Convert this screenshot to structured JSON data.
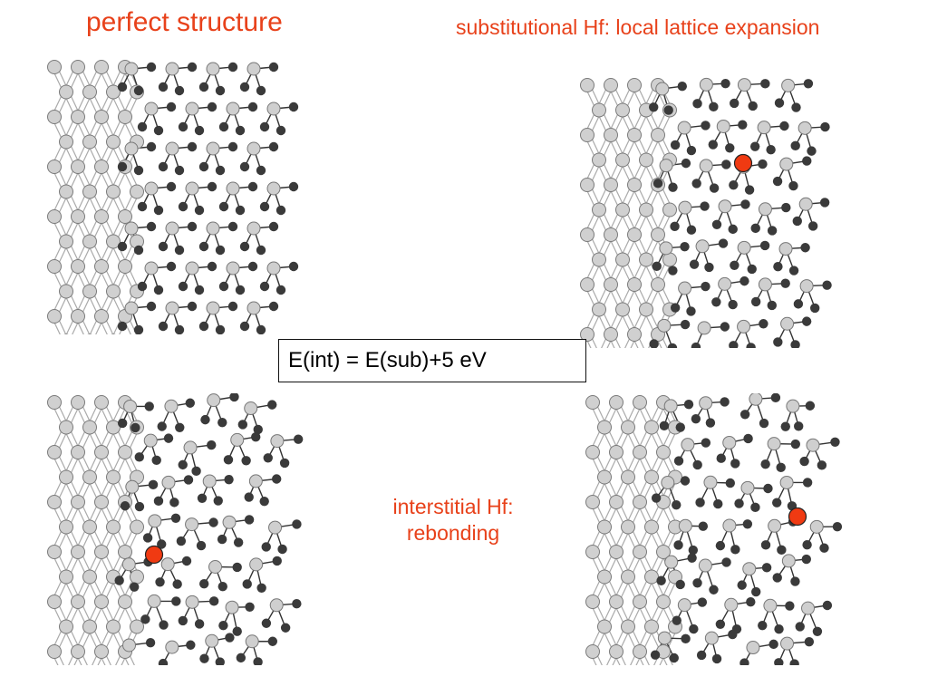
{
  "titles": {
    "perfect": "perfect structure",
    "substitutional": "substitutional Hf: local lattice expansion",
    "interstitial_line1": "interstitial Hf:",
    "interstitial_line2": "rebonding"
  },
  "energy_relation": "E(int) = E(sub)+5 eV",
  "panels": [
    {
      "id": "perfect",
      "hf_atom": "none",
      "distortion": 0
    },
    {
      "id": "substitutional",
      "hf_atom": "substitutional",
      "distortion": 3
    },
    {
      "id": "interstitial",
      "hf_atom": "interstitial",
      "distortion": 5
    },
    {
      "id": "interstitial-side",
      "hf_atom": "interstitial",
      "distortion": 6
    }
  ],
  "colors": {
    "label_red": "#e8411a",
    "hf_atom": "#f03a12",
    "substrate_atom": "#d0d0d0",
    "oxygen_atom": "#3a3a3a",
    "metal_atom": "#cfcfcf",
    "bond": "#333333"
  }
}
